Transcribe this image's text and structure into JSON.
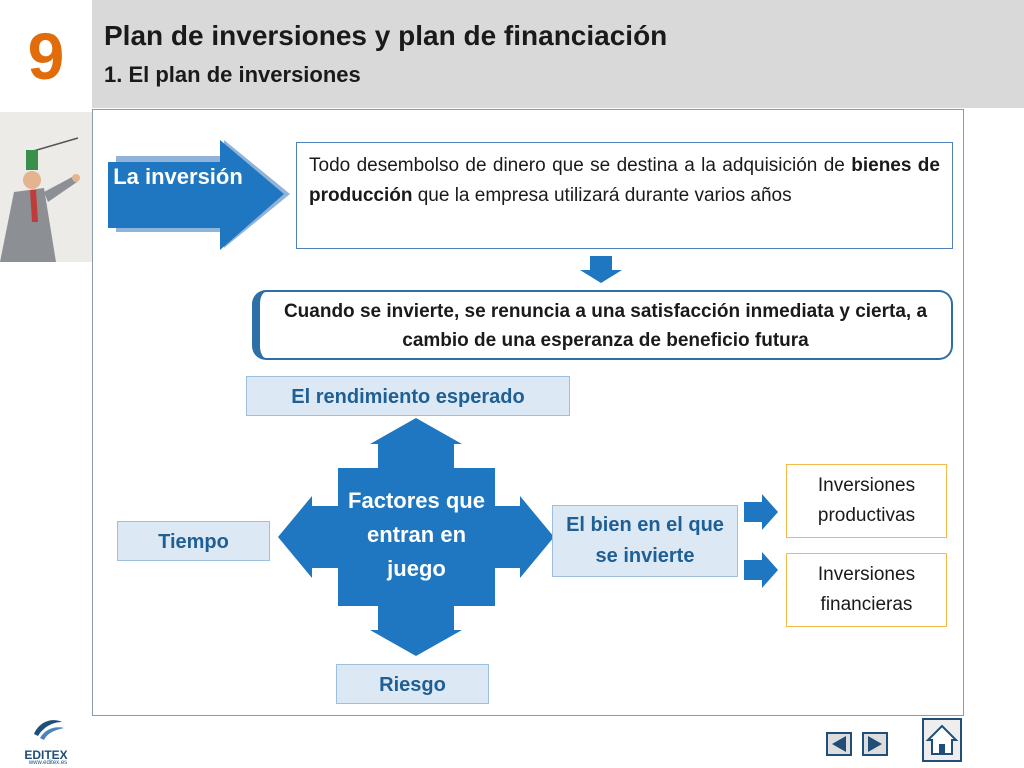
{
  "header": {
    "chapter_number": "9",
    "title": "Plan de inversiones y plan de financiación",
    "subtitle": "1. El plan de inversiones"
  },
  "diagram": {
    "inversion_label": "La inversión",
    "definition": {
      "part1": "Todo desembolso de dinero que se destina a la adquisición de ",
      "bold": "bienes de producción",
      "part2": " que la empresa utilizará durante varios años"
    },
    "statement": "Cuando se invierte, se renuncia a una satisfacción inmediata y cierta, a cambio de una esperanza de beneficio futura",
    "center": "Factores que entran en juego",
    "top_factor": "El rendimiento esperado",
    "left_factor": "Tiempo",
    "bottom_factor": "Riesgo",
    "right_factor": "El bien en el que se invierte",
    "outcomes": [
      "Inversiones productivas",
      "Inversiones financieras"
    ]
  },
  "footer": {
    "brand": "EDITEX",
    "url": "www.editex.es"
  },
  "colors": {
    "accent_blue": "#1f77c1",
    "chapter_orange": "#e36c0a",
    "outcome_border": "#f5b947"
  }
}
